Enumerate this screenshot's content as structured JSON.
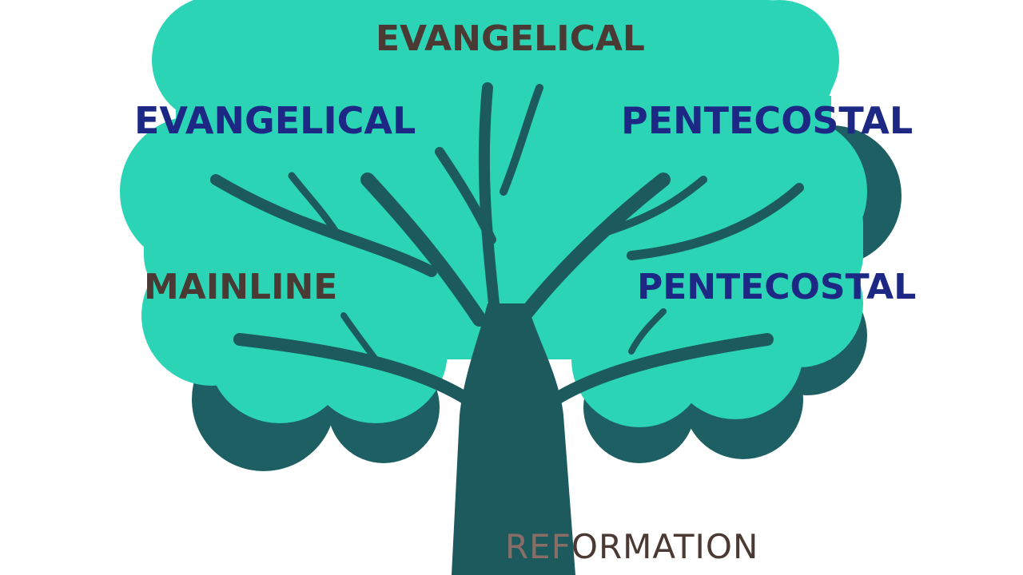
{
  "colors": {
    "canopy": "#2ad4b5",
    "canopy_shadow": "#1e5f63",
    "trunk": "#1d5a5e",
    "brown_text": "#4a3a33",
    "navy_text": "#1c2884",
    "faded_text": "#6b5550"
  },
  "labels": {
    "top": "EVANGELICAL",
    "upper_left": "EVANGELICAL",
    "upper_right": "PENTECOSTAL",
    "lower_left": "MAINLINE",
    "lower_right": "PENTECOSTAL",
    "bottom_prefix": "REF",
    "bottom_suffix": "ORMATION"
  }
}
